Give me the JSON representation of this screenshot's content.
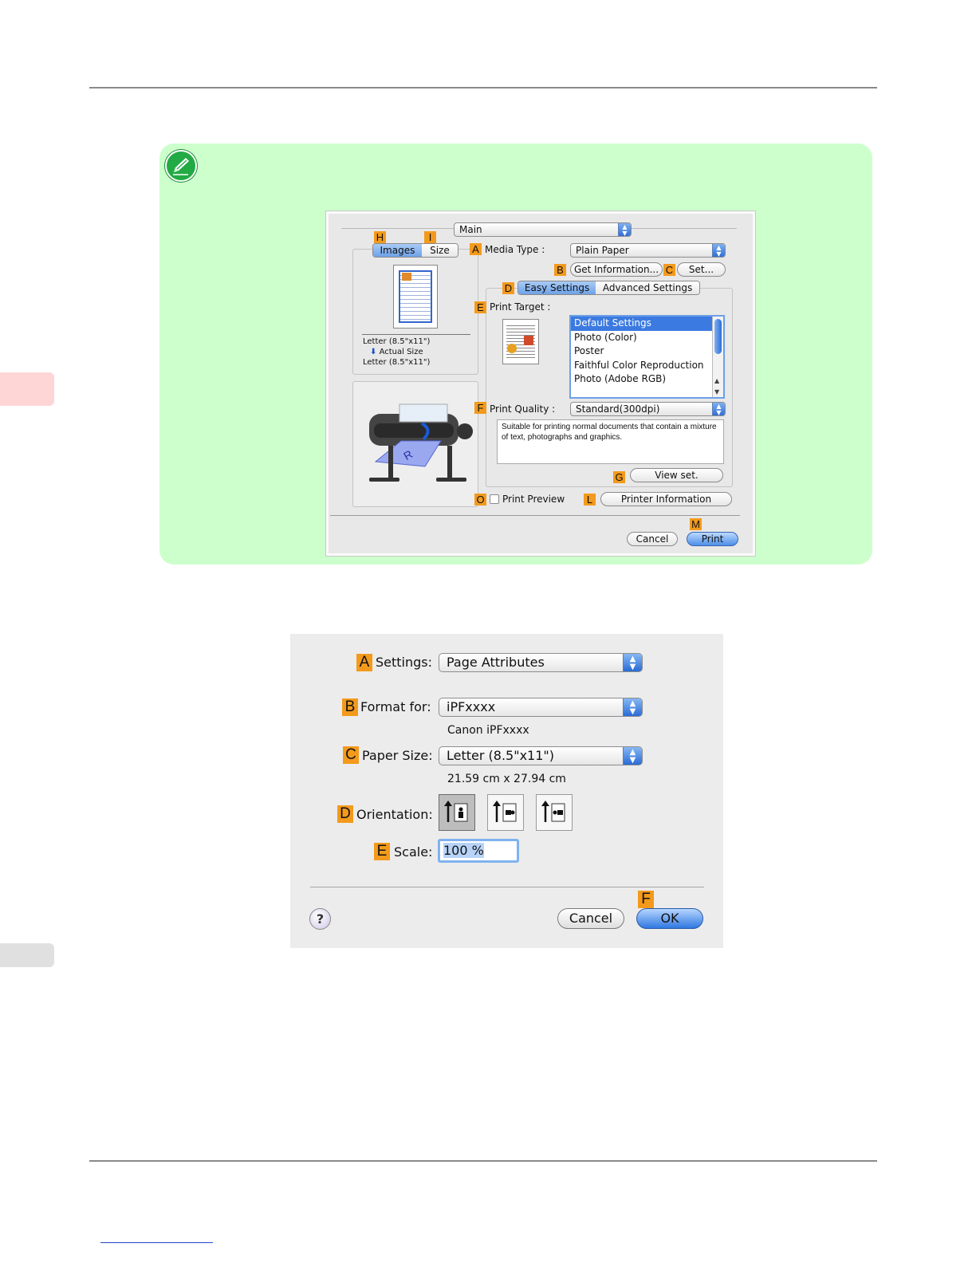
{
  "note": {
    "icon": "pencil-note-icon"
  },
  "print_dialog": {
    "panel_popup": "Main",
    "labels": {
      "A": "A",
      "B": "B",
      "C": "C",
      "D": "D",
      "E": "E",
      "F": "F",
      "G": "G",
      "H": "H",
      "I": "I",
      "L": "L",
      "M": "M",
      "O": "O"
    },
    "media_type_label": "Media Type :",
    "media_type_value": "Plain Paper",
    "get_information_button": "Get Information...",
    "set_button": "Set...",
    "left_tabs": [
      "Images",
      "Size"
    ],
    "paper_info": {
      "line1": "Letter (8.5\"x11\")",
      "line2": "Actual Size",
      "line3": "Letter (8.5\"x11\")"
    },
    "settings_tabs": [
      "Easy Settings",
      "Advanced Settings"
    ],
    "print_target_label": "Print Target :",
    "print_targets": [
      "Default Settings",
      "Photo (Color)",
      "Poster",
      "Faithful Color Reproduction",
      "Photo (Adobe RGB)"
    ],
    "print_quality_label": "Print Quality :",
    "print_quality_value": "Standard(300dpi)",
    "description": "Suitable for printing normal documents that contain a mixture of text, photographs and graphics.",
    "view_set_button": "View set.",
    "print_preview_label": "Print Preview",
    "printer_information_button": "Printer Information",
    "cancel_button": "Cancel",
    "print_button": "Print"
  },
  "page_setup_dialog": {
    "labels": {
      "A": "A",
      "B": "B",
      "C": "C",
      "D": "D",
      "E": "E",
      "F": "F"
    },
    "settings_label": "Settings:",
    "settings_value": "Page Attributes",
    "format_for_label": "Format for:",
    "format_for_value": "iPFxxxx",
    "format_for_sub": "Canon iPFxxxx",
    "paper_size_label": "Paper Size:",
    "paper_size_value": "Letter (8.5\"x11\")",
    "paper_size_sub": "21.59 cm x 27.94 cm",
    "orientation_label": "Orientation:",
    "scale_label": "Scale:",
    "scale_value": "100 %",
    "help_button": "?",
    "cancel_button": "Cancel",
    "ok_button": "OK"
  },
  "colors": {
    "note_bg": "#ccffcc",
    "label_orange": "#f39a1c",
    "side_tab": "#ffd6d6"
  }
}
